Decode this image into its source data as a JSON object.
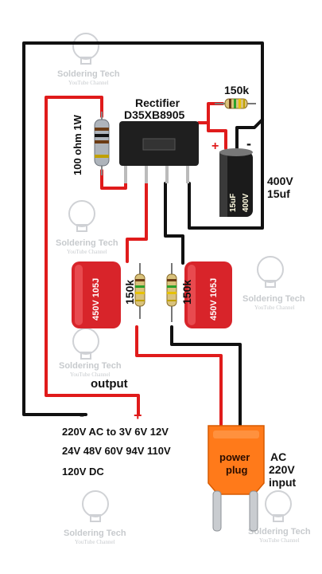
{
  "labels": {
    "rectifier_title": "Rectifier",
    "rectifier_part": "D35XB8905",
    "resistor_top": "150k",
    "resistor_main": "100 ohm 1W",
    "electrolytic_value": "400V",
    "electrolytic_cap": "15uf",
    "electrolytic_print_a": "15uF",
    "electrolytic_print_b": "400V",
    "film_cap_left_print": "450V 105J",
    "film_cap_right_print": "450V 105J",
    "resistor_left": "150k",
    "resistor_right": "150k",
    "output_label": "output",
    "minus_sign": "-",
    "plus_sign": "+",
    "cap_plus": "+",
    "cap_minus": "-",
    "spec_line1": "220V AC to 3V 6V 12V",
    "spec_line2": "24V 48V 60V 94V 110V",
    "spec_line3": "120V DC",
    "plug_line1": "power",
    "plug_line2": "plug",
    "ac_line1": "AC",
    "ac_line2": "220V",
    "ac_line3": "input"
  },
  "watermark": {
    "brand": "Soldering Tech",
    "sub": "YouTube Channel"
  },
  "colors": {
    "wire_black": "#111111",
    "wire_red": "#e01b1b",
    "film_cap": "#d8242a",
    "plug": "#ff7a1a",
    "rectifier": "#1f1f1f"
  }
}
